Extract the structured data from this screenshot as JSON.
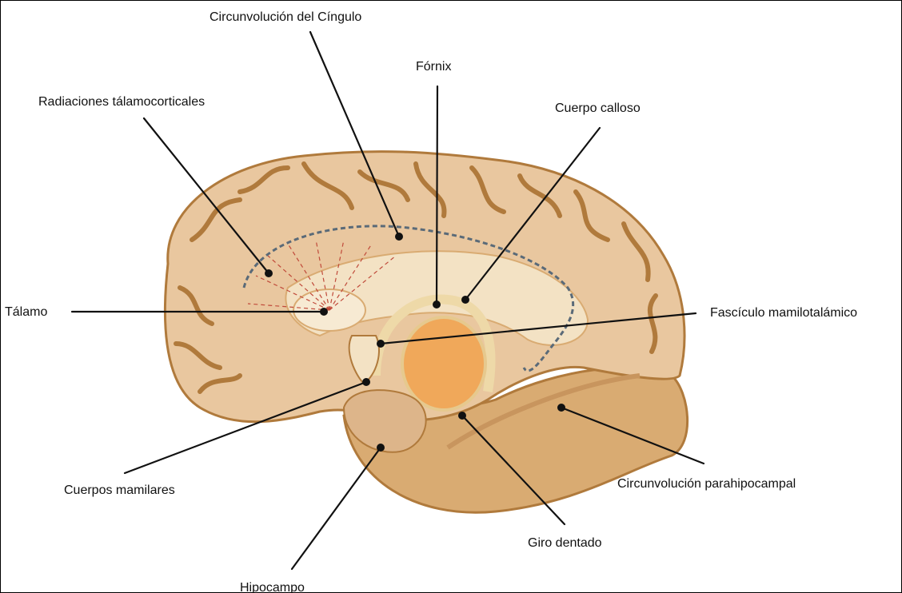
{
  "diagram": {
    "labels": {
      "cingulate_gyrus": "Circunvolución del Cíngulo",
      "fornix": "Fórnix",
      "thalamocortical_radiations": "Radiaciones tálamocorticales",
      "corpus_callosum": "Cuerpo calloso",
      "thalamus": "Tálamo",
      "mammillothalamic_tract": "Fascículo mamilotalámico",
      "mammillary_bodies": "Cuerpos mamilares",
      "parahippocampal_gyrus": "Circunvolución parahipocampal",
      "dentate_gyrus": "Giro dentado",
      "hippocampus": "Hipocampo"
    },
    "colors": {
      "cortex_fill": "#e9c79f",
      "cortex_outline": "#b07a3c",
      "limbic_dark": "#d9ab72",
      "thalamus": "#f7ead3",
      "callosum": "#f3e2c4",
      "hypothalamus": "#f0a85a",
      "dashed_boundary": "#5a6a78",
      "radiations": "#c04a3a",
      "leader_line": "#111111"
    }
  }
}
